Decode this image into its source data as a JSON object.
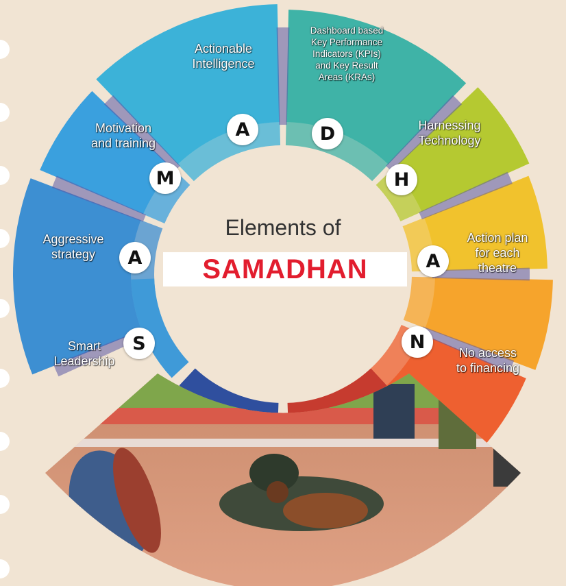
{
  "center": {
    "title": "Elements of",
    "name": "SAMADHAN"
  },
  "segments": [
    {
      "letter": "S",
      "label": [
        "Smart",
        "Leadership"
      ],
      "color": "#3d8fd2"
    },
    {
      "letter": "A",
      "label": [
        "Aggressive",
        "strategy"
      ],
      "color": "#3aa0de"
    },
    {
      "letter": "M",
      "label": [
        "Motivation",
        "and training"
      ],
      "color": "#3cb2d8"
    },
    {
      "letter": "A",
      "label": [
        "Actionable",
        "Intelligence"
      ],
      "color": "#3fb3a7"
    },
    {
      "letter": "D",
      "label": [
        "Dashboard based",
        "Key Performance",
        "Indicators (KPIs)",
        "and Key Result",
        "Areas (KRAs)"
      ],
      "color": "#b5c931"
    },
    {
      "letter": "H",
      "label": [
        "Harnessing",
        "Technology"
      ],
      "color": "#f1c22d"
    },
    {
      "letter": "A",
      "label": [
        "Action plan",
        "for each",
        "theatre"
      ],
      "color": "#f6a42c"
    },
    {
      "letter": "N",
      "label": [
        "No access",
        "to financing"
      ],
      "color": "#ee6030"
    }
  ]
}
